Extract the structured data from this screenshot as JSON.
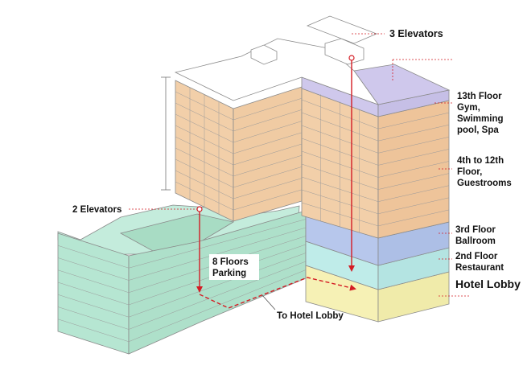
{
  "labels": {
    "elevators_tower": "3 Elevators",
    "floor13_line1": "13th Floor",
    "floor13_line2": "Gym,",
    "floor13_line3": "Swimming",
    "floor13_line4": "pool, Spa",
    "guest_line1": "4th to 12th",
    "guest_line2": "Floor,",
    "guest_line3": "Guestrooms",
    "ballroom_line1": "3rd Floor",
    "ballroom_line2": "Ballroom",
    "restaurant_line1": "2nd Floor",
    "restaurant_line2": "Restaurant",
    "lobby": "Hotel Lobby",
    "elevators_parking": "2 Elevators",
    "parking_line1": "8 Floors",
    "parking_line2": "Parking",
    "to_lobby": "To Hotel Lobby"
  },
  "colors": {
    "guestrooms": "#f2cfa9",
    "gym_pool_spa": "#cfc8ec",
    "ballroom": "#b7c7ec",
    "restaurant": "#bfece9",
    "lobby": "#f6f1b5",
    "parking": "#b6e6d2",
    "roof": "#ffffff",
    "elevator_line": "#d41c24"
  }
}
